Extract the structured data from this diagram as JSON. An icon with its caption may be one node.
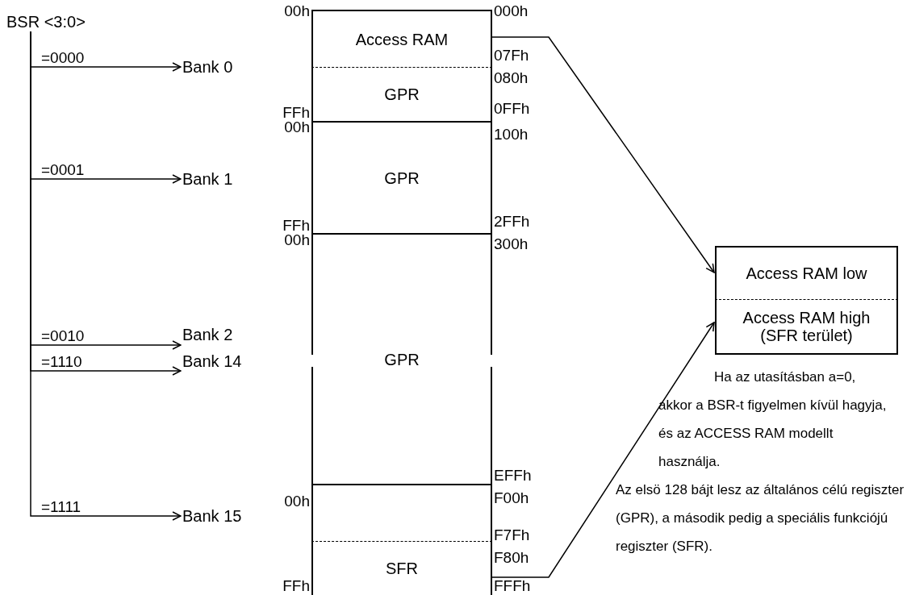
{
  "diagram": {
    "nodes": [
      {
        "text": [
          "BSR <3:0>"
        ]
      },
      {
        "text": [
          "Access RAM"
        ]
      },
      {
        "text": [
          "Bank 0"
        ]
      },
      {
        "text": [
          "GPR"
        ]
      },
      {
        "text": [
          "Bank 1"
        ]
      },
      {
        "text": [
          "GPR"
        ]
      },
      {
        "text": [
          "Bank 2"
        ]
      },
      {
        "text": [
          "GPR"
        ]
      },
      {
        "text": [
          "Bank 14"
        ]
      },
      {
        "text": [],
        "shape": "box"
      },
      {
        "text": [
          "Bank 15"
        ]
      },
      {
        "text": [
          "SFR"
        ]
      },
      {
        "text": [
          "Access RAM low"
        ]
      },
      {
        "text": [
          "Access RAM high (SFR terület)"
        ]
      }
    ],
    "edges": [
      {
        "from": 0,
        "to": 2,
        "arrow": "to",
        "label": "=0000"
      },
      {
        "from": 0,
        "to": 4,
        "arrow": "to",
        "label": "=0001"
      },
      {
        "from": 0,
        "to": 6,
        "arrow": "to",
        "label": "=0010"
      },
      {
        "from": 0,
        "to": 8,
        "arrow": "to",
        "label": "=1110"
      },
      {
        "from": 0,
        "to": 10,
        "arrow": "to",
        "label": "=1111"
      },
      {
        "from": 1,
        "to": 12,
        "arrow": "to"
      },
      {
        "from": 11,
        "to": 13,
        "arrow": "to"
      }
    ],
    "labels": [
      "00h",
      "000h",
      "07Fh",
      "080h",
      "FFh",
      "0FFh",
      "00h",
      "100h",
      "FFh",
      "2FFh",
      "00h",
      "300h",
      "EFFh",
      "00h",
      "F00h",
      "F7Fh",
      "F80h",
      "FFh",
      "FFFh",
      "Ha az utasításban a=0, akkor a BSR-t figyelmen kívül hagyja, és az ACCESS RAM modellt használja.",
      "Az elsö 128 bájt lesz az általános célú regiszter (GPR), a második pedig a speciális funkciójú regiszter (SFR)."
    ]
  }
}
